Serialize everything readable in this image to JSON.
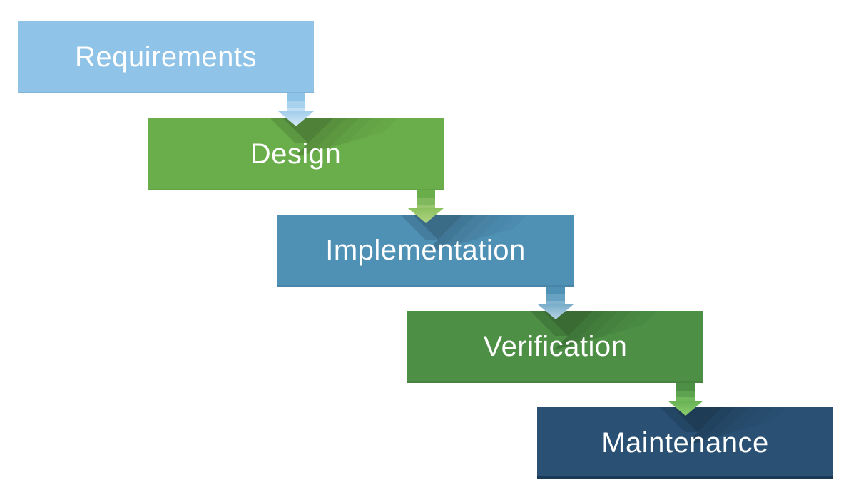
{
  "diagram": {
    "type": "waterfall-process-flow",
    "background": "#ffffff",
    "text_color": "#ffffff"
  },
  "stages": [
    {
      "label": "Requirements",
      "color": "#8fc3e7",
      "arrow": {
        "stem": [
          "#8fc3e7",
          "#a9d2ee",
          "#c0def4"
        ],
        "head_from": "#a3cdeb",
        "head_to": "#d3e8f6"
      }
    },
    {
      "label": "Design",
      "color": "#6aae4b",
      "arrow": {
        "stem": [
          "#6aae4b",
          "#80b95d",
          "#97c570"
        ],
        "head_from": "#8cc05e",
        "head_to": "#b0d383"
      }
    },
    {
      "label": "Implementation",
      "color": "#4f90b5",
      "arrow": {
        "stem": [
          "#4f90b5",
          "#68a2c3",
          "#82b4d0"
        ],
        "head_from": "#79adc9",
        "head_to": "#b7d4e4"
      }
    },
    {
      "label": "Verification",
      "color": "#4c8f45",
      "arrow": {
        "stem": [
          "#4c8f45",
          "#5ea450",
          "#70b85c"
        ],
        "head_from": "#68b254",
        "head_to": "#8ccd6d"
      }
    },
    {
      "label": "Maintenance",
      "color": "#2a5174",
      "bottom_edge": "#193a57"
    }
  ]
}
